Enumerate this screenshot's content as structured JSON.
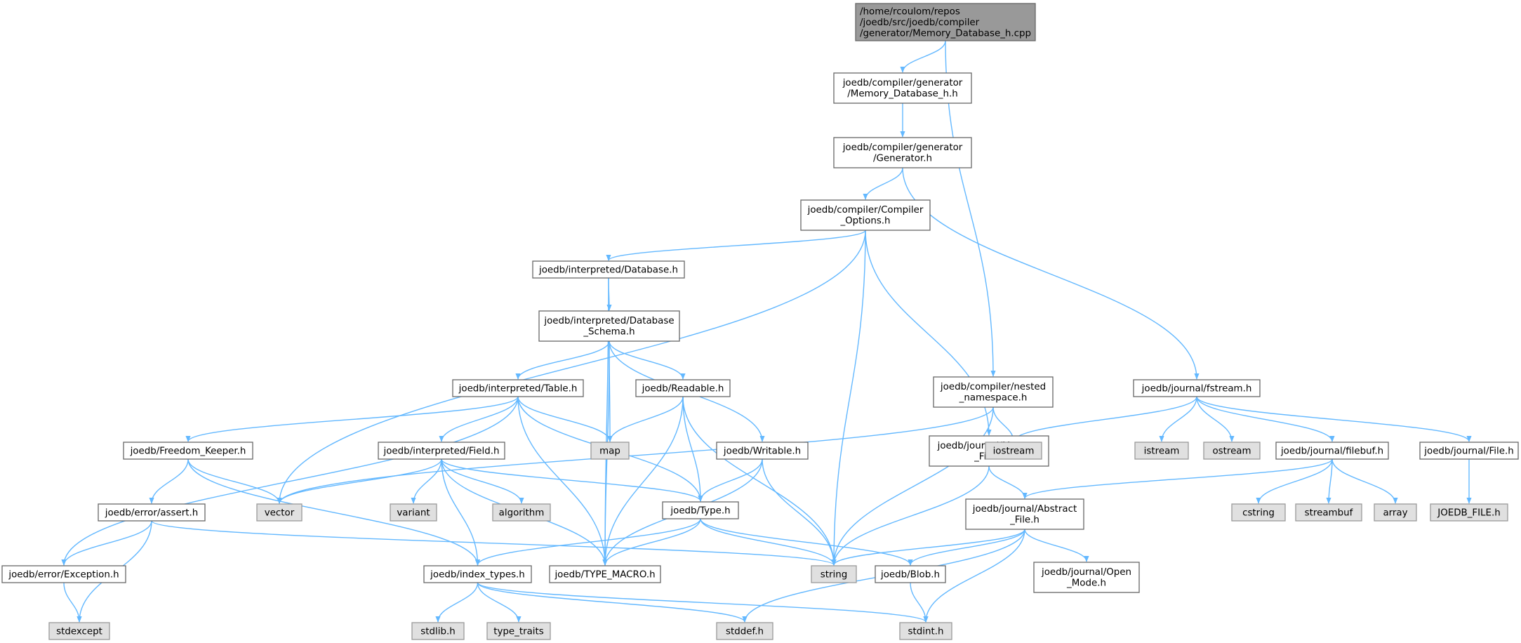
{
  "colors": {
    "edge": "#63b8ff",
    "root_fill": "#999999",
    "root_stroke": "#666666",
    "node_fill": "#ffffff",
    "node_stroke": "#666666",
    "system_fill": "#e0e0e0",
    "system_stroke": "#999999"
  },
  "nodes": [
    {
      "id": "root",
      "kind": "root",
      "lines": [
        "/home/rcoulom/repos",
        "/joedb/src/joedb/compiler",
        "/generator/Memory_Database_h.cpp"
      ]
    },
    {
      "id": "mem_db_h",
      "kind": "file",
      "lines": [
        "joedb/compiler/generator",
        "/Memory_Database_h.h"
      ]
    },
    {
      "id": "generator_h",
      "kind": "file",
      "lines": [
        "joedb/compiler/generator",
        "/Generator.h"
      ]
    },
    {
      "id": "compiler_options_h",
      "kind": "file",
      "lines": [
        "joedb/compiler/Compiler",
        "_Options.h"
      ]
    },
    {
      "id": "interp_database_h",
      "kind": "file",
      "lines": [
        "joedb/interpreted/Database.h"
      ]
    },
    {
      "id": "interp_schema_h",
      "kind": "file",
      "lines": [
        "joedb/interpreted/Database",
        "_Schema.h"
      ]
    },
    {
      "id": "interp_table_h",
      "kind": "file",
      "lines": [
        "joedb/interpreted/Table.h"
      ]
    },
    {
      "id": "readable_h",
      "kind": "file",
      "lines": [
        "joedb/Readable.h"
      ]
    },
    {
      "id": "freedom_keeper_h",
      "kind": "file",
      "lines": [
        "joedb/Freedom_Keeper.h"
      ]
    },
    {
      "id": "interp_field_h",
      "kind": "file",
      "lines": [
        "joedb/interpreted/Field.h"
      ]
    },
    {
      "id": "writable_h",
      "kind": "file",
      "lines": [
        "joedb/Writable.h"
      ]
    },
    {
      "id": "error_assert_h",
      "kind": "file",
      "lines": [
        "joedb/error/assert.h"
      ]
    },
    {
      "id": "type_h",
      "kind": "file",
      "lines": [
        "joedb/Type.h"
      ]
    },
    {
      "id": "error_exception_h",
      "kind": "file",
      "lines": [
        "joedb/error/Exception.h"
      ]
    },
    {
      "id": "index_types_h",
      "kind": "file",
      "lines": [
        "joedb/index_types.h"
      ]
    },
    {
      "id": "type_macro_h",
      "kind": "file",
      "lines": [
        "joedb/TYPE_MACRO.h"
      ]
    },
    {
      "id": "blob_h",
      "kind": "file",
      "lines": [
        "joedb/Blob.h"
      ]
    },
    {
      "id": "nested_namespace_h",
      "kind": "file",
      "lines": [
        "joedb/compiler/nested",
        "_namespace.h"
      ]
    },
    {
      "id": "memory_file_h",
      "kind": "file",
      "lines": [
        "joedb/journal/Memory",
        "_File.h"
      ]
    },
    {
      "id": "abstract_file_h",
      "kind": "file",
      "lines": [
        "joedb/journal/Abstract",
        "_File.h"
      ]
    },
    {
      "id": "open_mode_h",
      "kind": "file",
      "lines": [
        "joedb/journal/Open",
        "_Mode.h"
      ]
    },
    {
      "id": "fstream_h",
      "kind": "file",
      "lines": [
        "joedb/journal/fstream.h"
      ]
    },
    {
      "id": "filebuf_h",
      "kind": "file",
      "lines": [
        "joedb/journal/filebuf.h"
      ]
    },
    {
      "id": "file_h",
      "kind": "file",
      "lines": [
        "joedb/journal/File.h"
      ]
    },
    {
      "id": "sys_map",
      "kind": "system",
      "lines": [
        "map"
      ]
    },
    {
      "id": "sys_vector",
      "kind": "system",
      "lines": [
        "vector"
      ]
    },
    {
      "id": "sys_variant",
      "kind": "system",
      "lines": [
        "variant"
      ]
    },
    {
      "id": "sys_algorithm",
      "kind": "system",
      "lines": [
        "algorithm"
      ]
    },
    {
      "id": "sys_string",
      "kind": "system",
      "lines": [
        "string"
      ]
    },
    {
      "id": "sys_stdexcept",
      "kind": "system",
      "lines": [
        "stdexcept"
      ]
    },
    {
      "id": "sys_stdlib",
      "kind": "system",
      "lines": [
        "stdlib.h"
      ]
    },
    {
      "id": "sys_type_traits",
      "kind": "system",
      "lines": [
        "type_traits"
      ]
    },
    {
      "id": "sys_stddef",
      "kind": "system",
      "lines": [
        "stddef.h"
      ]
    },
    {
      "id": "sys_stdint",
      "kind": "system",
      "lines": [
        "stdint.h"
      ]
    },
    {
      "id": "sys_iostream",
      "kind": "system",
      "lines": [
        "iostream"
      ]
    },
    {
      "id": "sys_istream",
      "kind": "system",
      "lines": [
        "istream"
      ]
    },
    {
      "id": "sys_ostream",
      "kind": "system",
      "lines": [
        "ostream"
      ]
    },
    {
      "id": "sys_cstring",
      "kind": "system",
      "lines": [
        "cstring"
      ]
    },
    {
      "id": "sys_streambuf",
      "kind": "system",
      "lines": [
        "streambuf"
      ]
    },
    {
      "id": "sys_array",
      "kind": "system",
      "lines": [
        "array"
      ]
    },
    {
      "id": "sys_joedb_file_h",
      "kind": "system",
      "lines": [
        "JOEDB_FILE.h"
      ]
    }
  ],
  "edges": [
    [
      "root",
      "mem_db_h"
    ],
    [
      "root",
      "nested_namespace_h"
    ],
    [
      "mem_db_h",
      "generator_h"
    ],
    [
      "generator_h",
      "compiler_options_h"
    ],
    [
      "generator_h",
      "fstream_h"
    ],
    [
      "compiler_options_h",
      "interp_database_h"
    ],
    [
      "compiler_options_h",
      "sys_vector"
    ],
    [
      "compiler_options_h",
      "sys_string"
    ],
    [
      "compiler_options_h",
      "memory_file_h"
    ],
    [
      "interp_database_h",
      "interp_schema_h"
    ],
    [
      "interp_database_h",
      "type_macro_h"
    ],
    [
      "interp_schema_h",
      "interp_table_h"
    ],
    [
      "interp_schema_h",
      "sys_map"
    ],
    [
      "interp_schema_h",
      "readable_h"
    ],
    [
      "interp_schema_h",
      "writable_h"
    ],
    [
      "interp_schema_h",
      "type_macro_h"
    ],
    [
      "interp_table_h",
      "freedom_keeper_h"
    ],
    [
      "interp_table_h",
      "interp_field_h"
    ],
    [
      "interp_table_h",
      "sys_map"
    ],
    [
      "interp_table_h",
      "type_h"
    ],
    [
      "interp_table_h",
      "type_macro_h"
    ],
    [
      "interp_table_h",
      "error_exception_h"
    ],
    [
      "readable_h",
      "sys_map"
    ],
    [
      "readable_h",
      "type_h"
    ],
    [
      "readable_h",
      "type_macro_h"
    ],
    [
      "readable_h",
      "sys_string"
    ],
    [
      "freedom_keeper_h",
      "error_assert_h"
    ],
    [
      "freedom_keeper_h",
      "sys_vector"
    ],
    [
      "freedom_keeper_h",
      "index_types_h"
    ],
    [
      "interp_field_h",
      "sys_vector"
    ],
    [
      "interp_field_h",
      "sys_variant"
    ],
    [
      "interp_field_h",
      "sys_algorithm"
    ],
    [
      "interp_field_h",
      "type_h"
    ],
    [
      "interp_field_h",
      "index_types_h"
    ],
    [
      "interp_field_h",
      "type_macro_h"
    ],
    [
      "writable_h",
      "type_h"
    ],
    [
      "writable_h",
      "sys_string"
    ],
    [
      "writable_h",
      "type_macro_h"
    ],
    [
      "error_assert_h",
      "error_exception_h"
    ],
    [
      "error_assert_h",
      "sys_stdexcept"
    ],
    [
      "error_assert_h",
      "sys_string"
    ],
    [
      "type_h",
      "index_types_h"
    ],
    [
      "type_h",
      "type_macro_h"
    ],
    [
      "type_h",
      "sys_string"
    ],
    [
      "type_h",
      "blob_h"
    ],
    [
      "error_exception_h",
      "sys_stdexcept"
    ],
    [
      "index_types_h",
      "sys_stdlib"
    ],
    [
      "index_types_h",
      "sys_type_traits"
    ],
    [
      "index_types_h",
      "sys_stddef"
    ],
    [
      "index_types_h",
      "sys_stdint"
    ],
    [
      "blob_h",
      "sys_stdint"
    ],
    [
      "nested_namespace_h",
      "sys_iostream"
    ],
    [
      "nested_namespace_h",
      "sys_vector"
    ],
    [
      "nested_namespace_h",
      "sys_string"
    ],
    [
      "memory_file_h",
      "abstract_file_h"
    ],
    [
      "memory_file_h",
      "sys_string"
    ],
    [
      "abstract_file_h",
      "sys_string"
    ],
    [
      "abstract_file_h",
      "blob_h"
    ],
    [
      "abstract_file_h",
      "open_mode_h"
    ],
    [
      "abstract_file_h",
      "sys_stddef"
    ],
    [
      "abstract_file_h",
      "sys_stdint"
    ],
    [
      "fstream_h",
      "sys_iostream"
    ],
    [
      "fstream_h",
      "sys_istream"
    ],
    [
      "fstream_h",
      "sys_ostream"
    ],
    [
      "fstream_h",
      "filebuf_h"
    ],
    [
      "fstream_h",
      "file_h"
    ],
    [
      "filebuf_h",
      "abstract_file_h"
    ],
    [
      "filebuf_h",
      "sys_cstring"
    ],
    [
      "filebuf_h",
      "sys_streambuf"
    ],
    [
      "filebuf_h",
      "sys_array"
    ],
    [
      "file_h",
      "sys_joedb_file_h"
    ]
  ]
}
